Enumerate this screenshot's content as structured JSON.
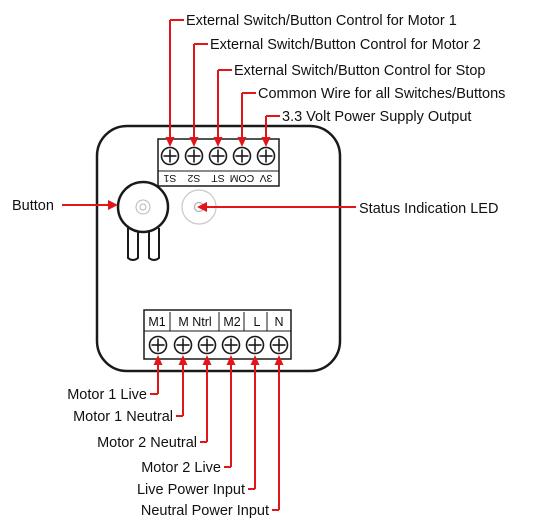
{
  "top_labels": [
    "External Switch/Button Control for Motor 1",
    "External Switch/Button Control for Motor 2",
    "External Switch/Button Control for Stop",
    "Common Wire for all Switches/Buttons",
    "3.3 Volt Power Supply Output"
  ],
  "top_terminals": [
    "S1",
    "S2",
    "ST",
    "COM",
    "3V"
  ],
  "side_labels": {
    "button": "Button",
    "led": "Status Indication LED"
  },
  "bottom_terminals": [
    "M1",
    "M Ntrl",
    "M2",
    "L",
    "N"
  ],
  "bottom_labels": [
    "Motor 1 Live",
    "Motor 1 Neutral",
    "Motor 2 Neutral",
    "Motor 2 Live",
    "Live Power Input",
    "Neutral Power Input"
  ],
  "colors": {
    "line": "#e0161b",
    "outline": "#1a1a1a"
  }
}
